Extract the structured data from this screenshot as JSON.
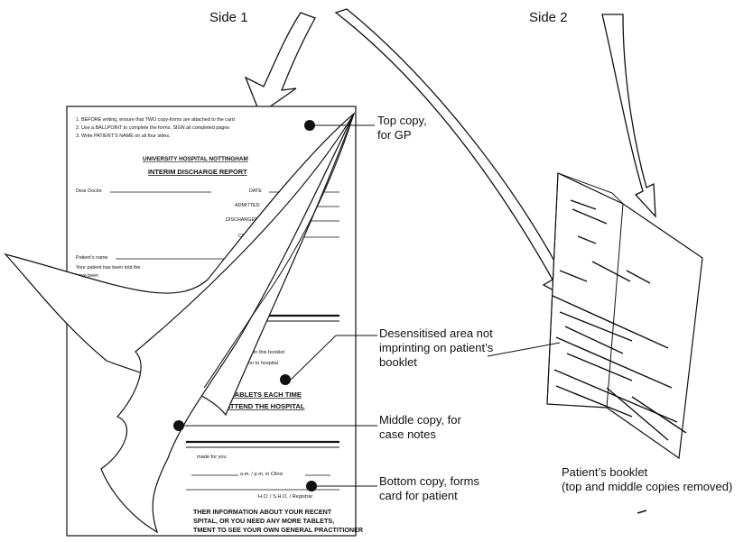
{
  "headings": {
    "side1": "Side 1",
    "side2": "Side 2"
  },
  "callouts": {
    "top_copy": [
      "Top copy,",
      "for GP"
    ],
    "desensitised": [
      "Desensitised area not",
      "imprinting on patient’s",
      "booklet"
    ],
    "middle_copy": [
      "Middle copy, for",
      "case notes"
    ],
    "bottom_copy": [
      "Bottom copy, forms",
      "card for patient"
    ],
    "patient_booklet": [
      "Patient’s booklet",
      "(top and middle copies removed)"
    ]
  },
  "form": {
    "instructions": [
      "1. BEFORE writing, ensure that TWO copy-forms are attached to the card",
      "2. Use a  BALLPOINT  to complete the forms, SIGN all completed pages",
      "3. Write PATIENT’S NAME on all four sides."
    ],
    "hospital": "UNIVERSITY HOSPITAL NOTTINGHAM",
    "report_title": "INTERIM  DISCHARGE  REPORT",
    "dear_doctor": "Dear Doctor",
    "date": "DATE",
    "admitted": "ADMITTED",
    "discharged": "DISCHARGED",
    "comp": "COMP",
    "patients_name": "Patient’s name",
    "patient_told": "Your patient has been told the",
    "have_been": "have been",
    "info_booklet": "formation in this booklet",
    "mission": "mission to hospital",
    "tablets": "R  TABLETS  EACH TIME",
    "attend": "ATTEND  THE  HOSPITAL",
    "made_for_you": "made for you",
    "ampm": "a.m. / p.m.  in Clinic",
    "ho": "H.O. / S.H.O. / Registrar",
    "further": "THER  INFORMATION  ABOUT  YOUR  RECENT",
    "spital": "SPITAL,  OR  YOU  NEED  ANY  MORE  TABLETS,",
    "gp": "TMENT  TO  SEE  YOUR  OWN  GENERAL  PRACTITIONER"
  }
}
